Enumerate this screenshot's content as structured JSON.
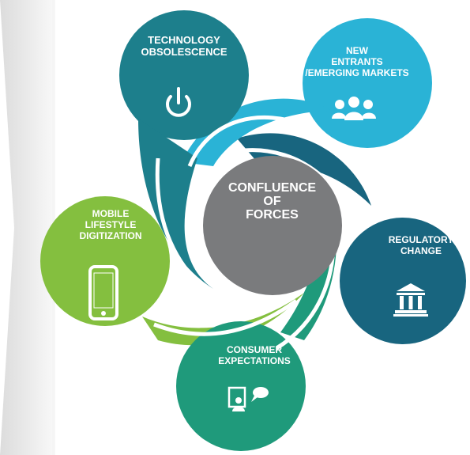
{
  "diagram": {
    "center": {
      "lines": [
        "CONFLUENCE",
        "OF",
        "FORCES"
      ]
    },
    "petals": {
      "technology": {
        "lines": [
          "TECHNOLOGY",
          "OBSOLESCENCE"
        ],
        "icon": "power-icon",
        "color": "#1d7f8c"
      },
      "new_entrants": {
        "lines": [
          "NEW",
          "ENTRANTS",
          "/EMERGING MARKETS"
        ],
        "icon": "people-group-icon",
        "color": "#2ab3d6"
      },
      "regulatory": {
        "lines": [
          "REGULATORY",
          "CHANGE"
        ],
        "icon": "bank-building-icon",
        "color": "#18657f"
      },
      "mobile": {
        "lines": [
          "MOBILE",
          "LIFESTYLE",
          "DIGITIZATION"
        ],
        "icon": "mobile-phone-icon",
        "color": "#84bf3f"
      },
      "consumer": {
        "lines": [
          "CONSUMER",
          "EXPECTATIONS"
        ],
        "icon": "chat-person-icon",
        "color": "#1f9a7b"
      }
    },
    "center_color": "#7a7b7d"
  }
}
